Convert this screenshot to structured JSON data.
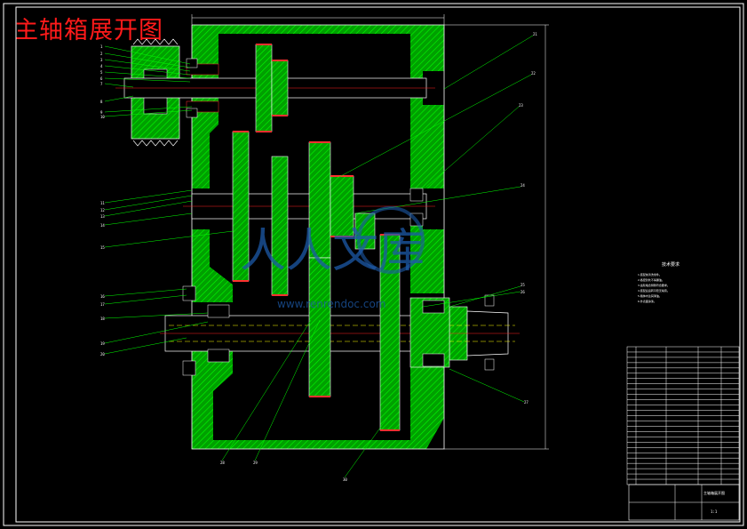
{
  "title": "主轴箱展开图",
  "colors": {
    "frame": "#ffffff",
    "hatch": "#00c000",
    "gear_outline": "#ff3030",
    "center_line": "#ff2020",
    "leader": "#00ff00",
    "dashed_center": "#ffff00",
    "watermark": "#1d5aa8"
  },
  "watermark": {
    "text": "人人文库",
    "url": "www.renrendoc.com"
  },
  "notes": {
    "heading": "技术要求",
    "lines": [
      "1.装配前清洗零件。",
      "2.各密封处不得漏油。",
      "3.齿轮啮合侧隙符合要求。",
      "4.装配后运转平稳无噪音。",
      "5.箱体内注润滑油。",
      "6.外表面涂漆。"
    ]
  },
  "title_block": {
    "drawing_name": "主轴箱展开图",
    "sheet": "1:1"
  }
}
